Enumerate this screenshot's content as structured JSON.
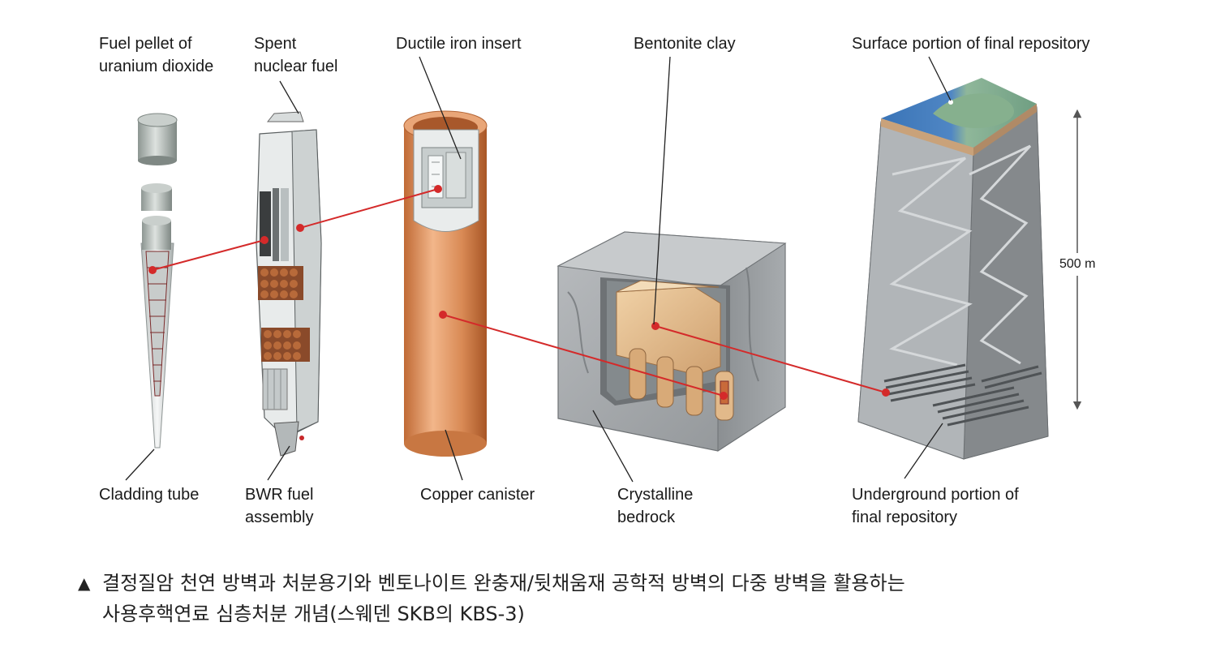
{
  "labels": {
    "fuel_pellet": [
      "Fuel pellet of",
      "uranium dioxide"
    ],
    "spent_fuel": [
      "Spent",
      "nuclear fuel"
    ],
    "iron_insert": [
      "Ductile iron insert"
    ],
    "bentonite": [
      "Bentonite clay"
    ],
    "surface": [
      "Surface portion of final repository"
    ],
    "cladding": [
      "Cladding tube"
    ],
    "bwr": [
      "BWR fuel",
      "assembly"
    ],
    "copper": [
      "Copper canister"
    ],
    "bedrock": [
      "Crystalline",
      "bedrock"
    ],
    "underground": [
      "Underground portion of",
      "final repository"
    ],
    "depth": "500 m"
  },
  "caption": {
    "marker": "▲",
    "line1": "결정질암 천연 방벽과 처분용기와 벤토나이트 완충재/뒷채움재 공학적 방벽의 다중 방벽을 활용하는",
    "line2": "사용후핵연료 심층처분 개념(스웨덴 SKB의 KBS-3)"
  },
  "colors": {
    "copper": "#d98a55",
    "bentonite": "#e2b98a",
    "rock": "#9ea2a5",
    "link": "#d42a2a"
  }
}
